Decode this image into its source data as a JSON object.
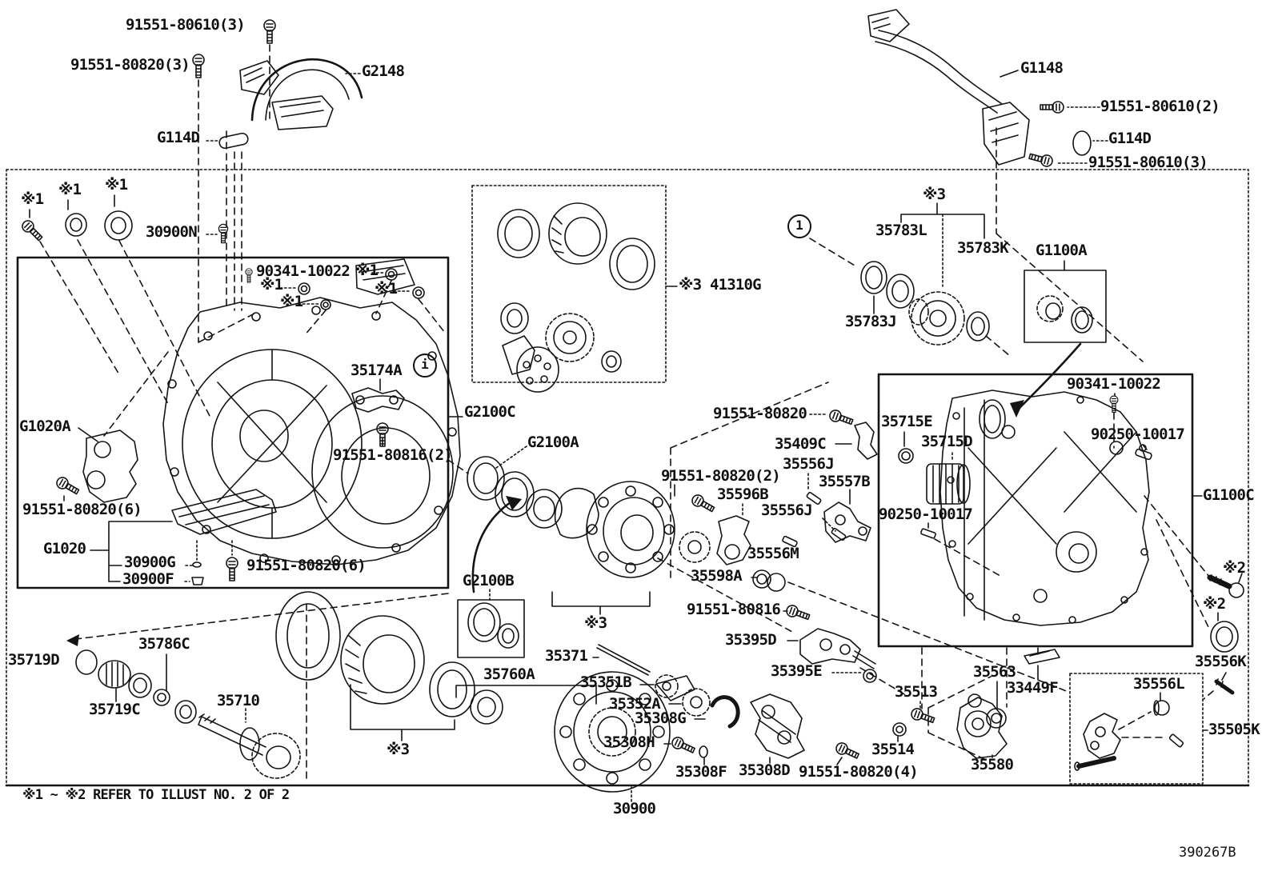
{
  "page": {
    "footnote": "※1 ~ ※2 REFER TO ILLUST NO. 2 OF 2",
    "sheet_number": "390267B"
  },
  "labels": [
    {
      "text": "91551-80610(3)"
    },
    {
      "text": "91551-80820(3)"
    },
    {
      "text": "G2148"
    },
    {
      "text": "G114D"
    },
    {
      "text": "G1148"
    },
    {
      "text": "91551-80610(2)"
    },
    {
      "text": "G114D"
    },
    {
      "text": "91551-80610(3)"
    },
    {
      "text": "※1"
    },
    {
      "text": "※1"
    },
    {
      "text": "※1"
    },
    {
      "text": "30900N"
    },
    {
      "text": "90341-10022"
    },
    {
      "text": "※1"
    },
    {
      "text": "※1"
    },
    {
      "text": "※1"
    },
    {
      "text": "※1"
    },
    {
      "text": "35174A"
    },
    {
      "text": "i"
    },
    {
      "text": "G1020A"
    },
    {
      "text": "91551-80820(6)"
    },
    {
      "text": "G1020"
    },
    {
      "text": "30900G"
    },
    {
      "text": "30900F"
    },
    {
      "text": "91551-80820(6)"
    },
    {
      "text": "91551-80816(2)"
    },
    {
      "text": "G2100C"
    },
    {
      "text": "G2100A"
    },
    {
      "text": "G2100B"
    },
    {
      "text": "※3 41310G"
    },
    {
      "text": "※3"
    },
    {
      "text": "※3"
    },
    {
      "text": "35760A"
    },
    {
      "text": "35371"
    },
    {
      "text": "35351B"
    },
    {
      "text": "35352A"
    },
    {
      "text": "35308G"
    },
    {
      "text": "35308H"
    },
    {
      "text": "35308F"
    },
    {
      "text": "35308D"
    },
    {
      "text": "91551-80820(4)"
    },
    {
      "text": "30900"
    },
    {
      "text": "35719D"
    },
    {
      "text": "35786C"
    },
    {
      "text": "35719C"
    },
    {
      "text": "35710"
    },
    {
      "text": "91551-80820"
    },
    {
      "text": "35409C"
    },
    {
      "text": "35556J"
    },
    {
      "text": "35557B"
    },
    {
      "text": "91551-80820(2)"
    },
    {
      "text": "35596B"
    },
    {
      "text": "35556J"
    },
    {
      "text": "35556M"
    },
    {
      "text": "35598A"
    },
    {
      "text": "91551-80816"
    },
    {
      "text": "35395D"
    },
    {
      "text": "35395E"
    },
    {
      "text": "1"
    },
    {
      "text": "※3"
    },
    {
      "text": "35783L"
    },
    {
      "text": "35783K"
    },
    {
      "text": "G1100A"
    },
    {
      "text": "35783J"
    },
    {
      "text": "90341-10022"
    },
    {
      "text": "90250-10017"
    },
    {
      "text": "35715E"
    },
    {
      "text": "35715D"
    },
    {
      "text": "90250-10017"
    },
    {
      "text": "G1100C"
    },
    {
      "text": "35563"
    },
    {
      "text": "33449F"
    },
    {
      "text": "35513"
    },
    {
      "text": "35514"
    },
    {
      "text": "35580"
    },
    {
      "text": "35556K"
    },
    {
      "text": "35556L"
    },
    {
      "text": "35505K"
    },
    {
      "text": "※2"
    },
    {
      "text": "※2"
    }
  ]
}
